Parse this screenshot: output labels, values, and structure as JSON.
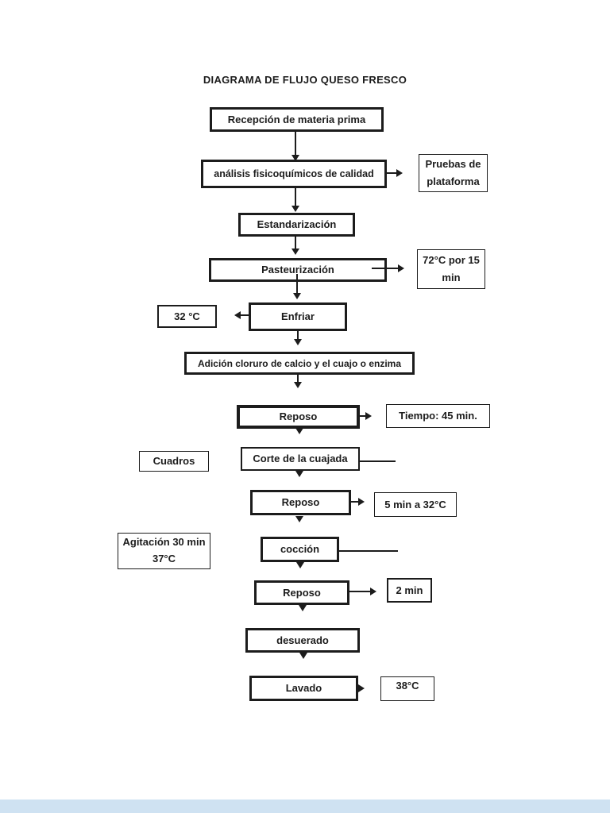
{
  "title": "DIAGRAMA DE FLUJO QUESO FRESCO",
  "colors": {
    "ink": "#1c1c1c",
    "page_background": "#ffffff",
    "footer_bar": "#cfe2f2"
  },
  "nodes": [
    {
      "id": "recepcion",
      "label": "Recepción de materia prima"
    },
    {
      "id": "analisis",
      "label": "análisis fisicoquímicos de calidad"
    },
    {
      "id": "estandarizacion",
      "label": "Estandarización"
    },
    {
      "id": "pasteurizacion",
      "label": "Pasteurización"
    },
    {
      "id": "enfriar",
      "label": "Enfriar"
    },
    {
      "id": "adicion",
      "label": "Adición cloruro de calcio y el cuajo o enzima"
    },
    {
      "id": "reposo-1",
      "label": "Reposo"
    },
    {
      "id": "corte",
      "label": "Corte de la cuajada"
    },
    {
      "id": "reposo-2",
      "label": "Reposo"
    },
    {
      "id": "coccion",
      "label": "cocción"
    },
    {
      "id": "reposo-3",
      "label": "Reposo"
    },
    {
      "id": "desuerado",
      "label": "desuerado"
    },
    {
      "id": "lavado",
      "label": "Lavado"
    }
  ],
  "annotations": [
    {
      "id": "pruebas-plataforma",
      "label": "Pruebas de\nplataforma"
    },
    {
      "id": "temp-72",
      "label": "72°C por 15\nmin"
    },
    {
      "id": "temp-32",
      "label": "32 °C"
    },
    {
      "id": "tiempo-45",
      "label": "Tiempo: 45 min."
    },
    {
      "id": "cuadros",
      "label": "Cuadros"
    },
    {
      "id": "cinco-min",
      "label": "5 min a 32°C"
    },
    {
      "id": "agitacion",
      "label": "Agitación 30 min\n37°C"
    },
    {
      "id": "dos-min",
      "label": "2 min"
    },
    {
      "id": "temp-38",
      "label": "38°C"
    }
  ]
}
